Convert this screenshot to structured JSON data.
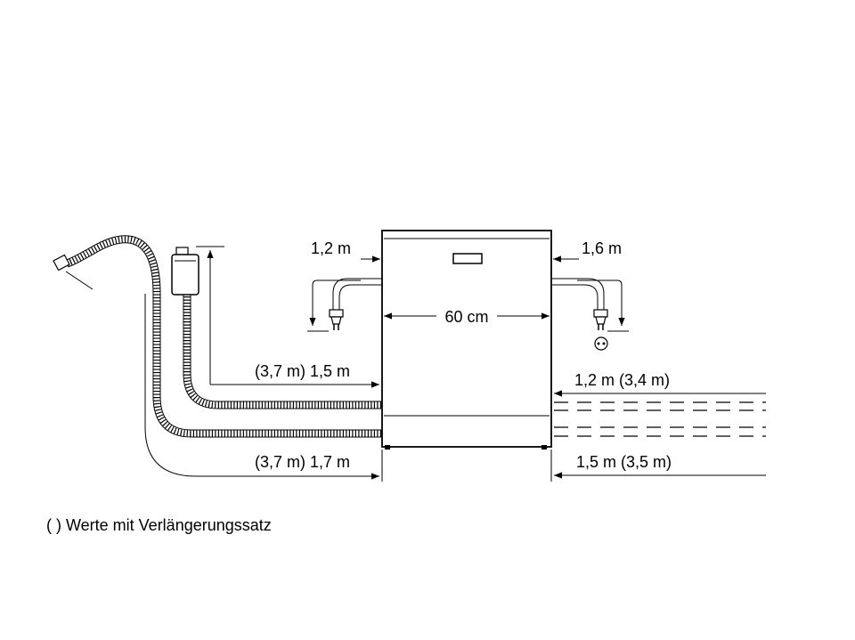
{
  "labels": {
    "cable_left": "1,2 m",
    "cable_right": "1,6 m",
    "width": "60 cm",
    "drain_hose": "(3,7 m) 1,5 m",
    "inlet_hose_left": "(3,7 m) 1,7 m",
    "right_upper": "1,2 m (3,4 m)",
    "right_lower": "1,5 m (3,5 m)"
  },
  "footnote": "(   ) Werte mit Verlängerungssatz",
  "colors": {
    "line": "#000000",
    "panel": "#444444",
    "background": "#ffffff"
  },
  "icons": [
    "plug-icon",
    "socket-icon",
    "water-tap-icon",
    "hose-connector-icon"
  ]
}
